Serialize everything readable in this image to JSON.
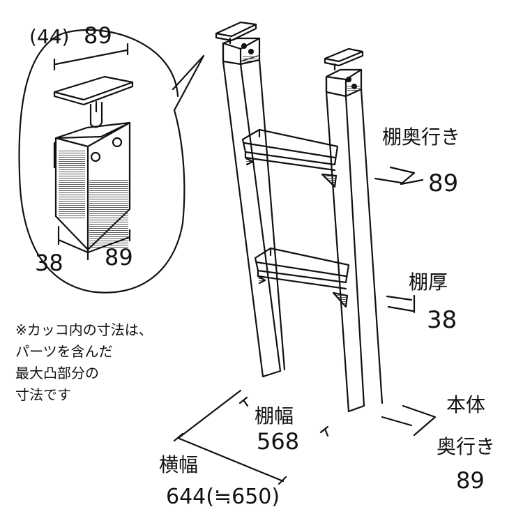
{
  "chart_data": {
    "type": "diagram",
    "detail_bubble": {
      "top_dimension_paren": "(44)",
      "top_dimension": "89",
      "bottom_left_dimension": "38",
      "bottom_right_dimension": "89"
    },
    "labels": {
      "shelf_depth_label": "棚奥行き",
      "shelf_depth_value": "89",
      "shelf_thickness_label": "棚厚",
      "shelf_thickness_value": "38",
      "shelf_width_label": "棚幅",
      "shelf_width_value": "568",
      "total_width_label": "横幅",
      "total_width_value": "644(≒650)",
      "body_depth_label_1": "本体",
      "body_depth_label_2": "奥行き",
      "body_depth_value": "89"
    },
    "note_lines": [
      "※カッコ内の寸法は、",
      "パーツを含んだ",
      "最大凸部分の",
      "寸法です"
    ]
  }
}
